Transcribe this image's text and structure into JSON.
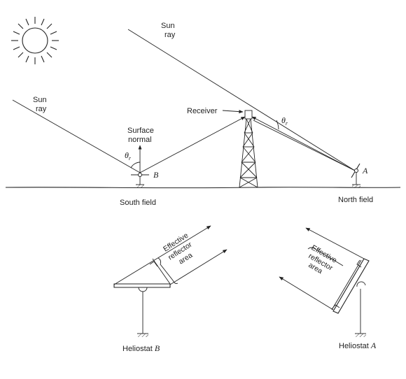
{
  "labels": {
    "sun_ray_right_1": "Sun",
    "sun_ray_right_2": "ray",
    "sun_ray_left_1": "Sun",
    "sun_ray_left_2": "ray",
    "receiver": "Receiver",
    "surface_normal_1": "Surface",
    "surface_normal_2": "normal",
    "theta_r_left": "θ",
    "theta_r_left_sub": "r",
    "theta_r_right": "θ",
    "theta_r_right_sub": "r",
    "point_b": "B",
    "point_a": "A",
    "south_field": "South field",
    "north_field": "North field",
    "heliostat_b_prefix": "Heliostat ",
    "heliostat_b_letter": "B",
    "heliostat_a_prefix": "Heliostat ",
    "heliostat_a_letter": "A",
    "effective_b_1": "Effective",
    "effective_b_2": "reflector",
    "effective_b_3": "area",
    "effective_a_1": "Effective",
    "effective_a_2": "reflector",
    "effective_a_3": "area"
  },
  "icons": {
    "sun": "sun-icon",
    "tower": "tower-icon"
  }
}
